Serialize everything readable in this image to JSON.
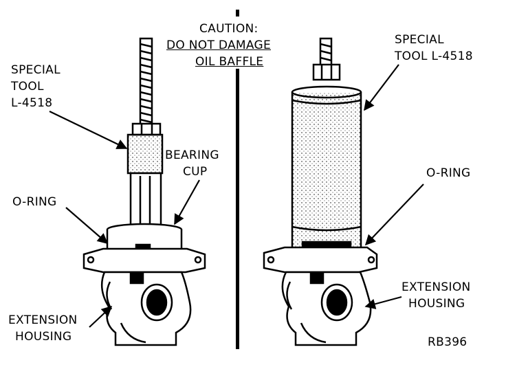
{
  "caution": {
    "line1": "CAUTION:",
    "line2": "DO NOT DAMAGE",
    "line3": "OIL BAFFLE"
  },
  "left": {
    "special_tool_1": "SPECIAL",
    "special_tool_2": "TOOL",
    "special_tool_3": "L-4518",
    "bearing_cup_1": "BEARING",
    "bearing_cup_2": "CUP",
    "o_ring": "O-RING",
    "extension_1": "EXTENSION",
    "extension_2": "HOUSING"
  },
  "right": {
    "special_tool_1": "SPECIAL",
    "special_tool_2": "TOOL L-4518",
    "o_ring": "O-RING",
    "extension_1": "EXTENSION",
    "extension_2": "HOUSING"
  },
  "figure_code": "RB396"
}
